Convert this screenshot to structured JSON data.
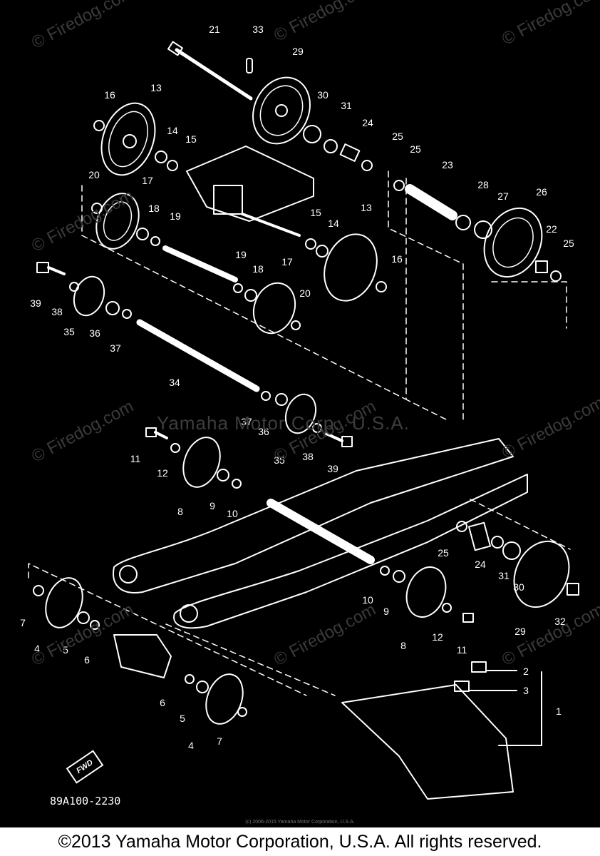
{
  "diagram": {
    "part_code": "89A100-2230",
    "center_watermark": "Yamaha Motor Corp., U.S.A.",
    "tiny_notice": "(c) 2006-2015 Yamaha Motor Corporation, U.S.A.",
    "watermark": "© Firedog.com",
    "fwd_label": "FWD",
    "callouts": [
      "21",
      "33",
      "29",
      "16",
      "13",
      "30",
      "31",
      "24",
      "25",
      "25",
      "23",
      "14",
      "15",
      "20",
      "17",
      "18",
      "19",
      "28",
      "27",
      "26",
      "22",
      "25",
      "15",
      "14",
      "13",
      "16",
      "19",
      "18",
      "17",
      "20",
      "39",
      "38",
      "35",
      "36",
      "37",
      "34",
      "37",
      "36",
      "35",
      "38",
      "39",
      "11",
      "12",
      "8",
      "9",
      "10",
      "25",
      "24",
      "31",
      "30",
      "10",
      "9",
      "8",
      "12",
      "11",
      "29",
      "32",
      "7",
      "4",
      "5",
      "6",
      "6",
      "5",
      "7",
      "4",
      "2",
      "3",
      "1"
    ]
  },
  "footer": {
    "copyright": "©2013 Yamaha Motor Corporation, U.S.A. All rights reserved."
  }
}
